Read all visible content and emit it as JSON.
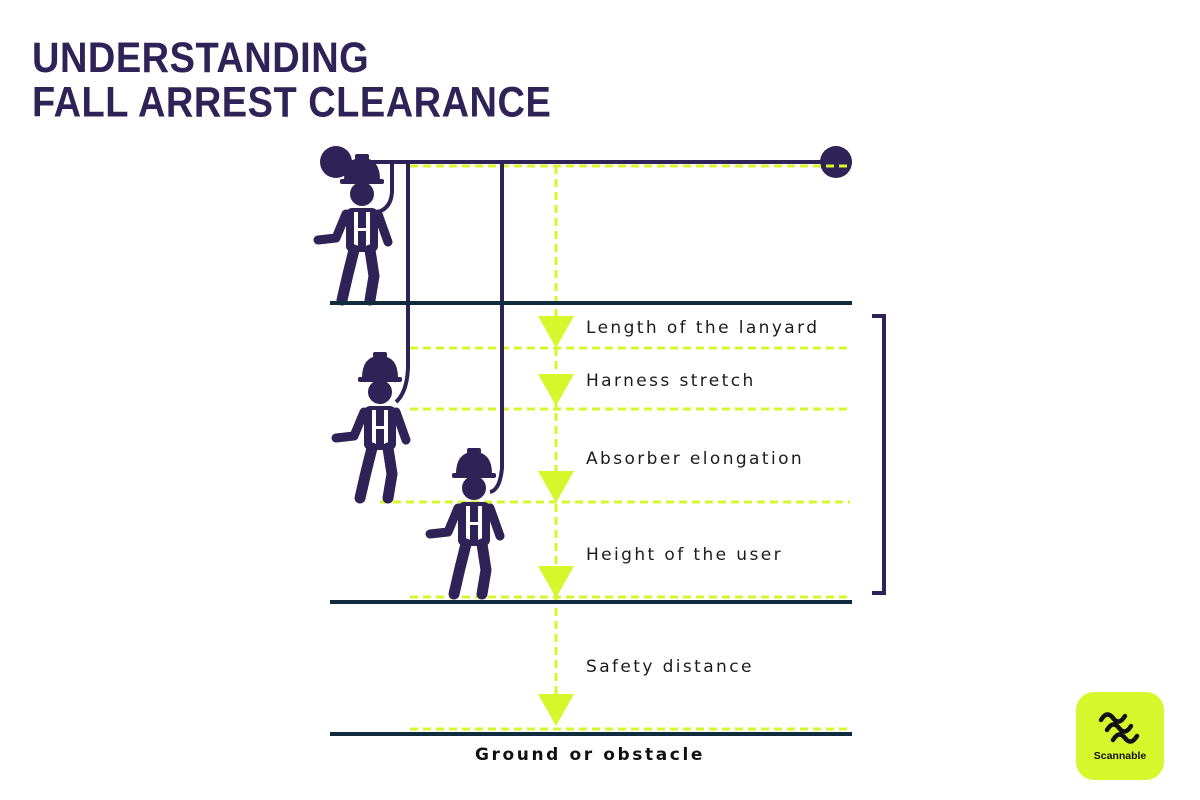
{
  "title": {
    "line1": "UNDERSTANDING",
    "line2": "FALL ARREST CLEARANCE"
  },
  "steps": [
    {
      "label": "Length of the lanyard"
    },
    {
      "label": "Harness stretch"
    },
    {
      "label": "Absorber elongation"
    },
    {
      "label": "Height of the user"
    },
    {
      "label": "Safety distance"
    }
  ],
  "ground": {
    "label": "Ground or obstacle"
  },
  "brand": {
    "name": "Scannable"
  },
  "colors": {
    "navy": "#2e2256",
    "accent": "#d7f72d",
    "line": "#0f2d3c"
  },
  "icons": [
    "worker-icon",
    "anchor-icon",
    "arrow-down-icon",
    "scannable-logo-icon"
  ]
}
